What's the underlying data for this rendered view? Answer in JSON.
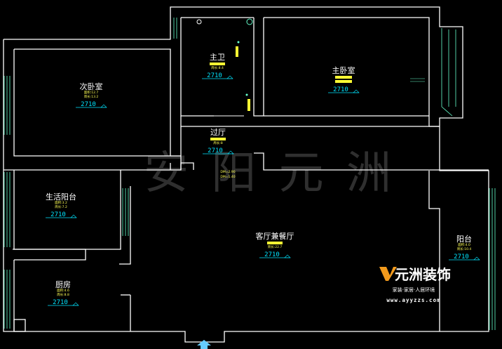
{
  "watermark": "安 阳 元 洲",
  "rooms": [
    {
      "id": "second-bedroom",
      "name": "次卧室",
      "notes": [
        "面积:12.7",
        "周长:13.2"
      ],
      "height": "2710"
    },
    {
      "id": "master-bath",
      "name": "主卫",
      "notes": [
        "周长:8.4"
      ],
      "height": "2710"
    },
    {
      "id": "master-bedroom",
      "name": "主卧室",
      "notes": [],
      "height": "2710"
    },
    {
      "id": "corridor",
      "name": "过厅",
      "notes": [
        "周长:8"
      ],
      "height": "2710"
    },
    {
      "id": "service-balcony",
      "name": "生活阳台",
      "notes": [
        "面积:3.2",
        "周长:7.2"
      ],
      "height": "2710"
    },
    {
      "id": "kitchen",
      "name": "厨房",
      "notes": [
        "面积:4.6",
        "周长:8.8"
      ],
      "height": "2710"
    },
    {
      "id": "living-dining",
      "name": "客厅兼餐厅",
      "notes": [
        "周长:22.7"
      ],
      "height": "2710"
    },
    {
      "id": "balcony",
      "name": "阳台",
      "notes": [
        "面积:4.0",
        "周长:10.4"
      ],
      "height": "2710"
    }
  ],
  "annotations": {
    "door_note": [
      "DM=2.90",
      "DM=1.40"
    ]
  },
  "brand": {
    "name": "元洲装饰",
    "tagline": "家装·家居·人居环境",
    "url": "www.ayyzzs.com",
    "colors": {
      "orange": "#f29a1c",
      "wall": "#ffffff",
      "dimension": "#00e5ff",
      "fixture": "#ffff33",
      "window": "#66ffcc"
    }
  }
}
